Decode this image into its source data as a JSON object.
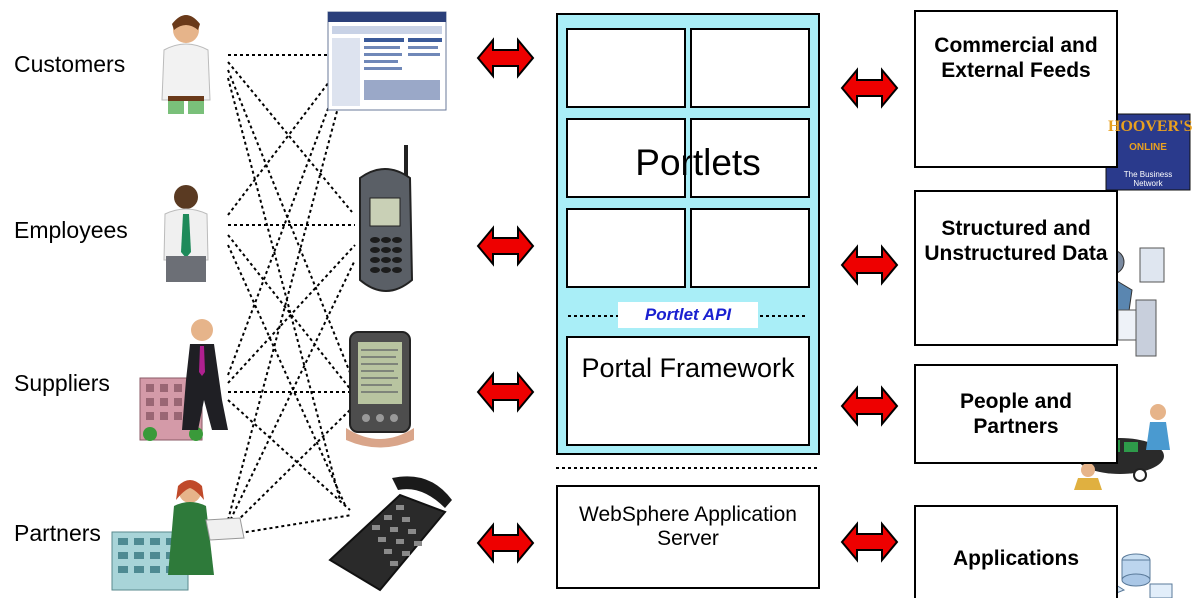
{
  "users": [
    {
      "label": "Customers"
    },
    {
      "label": "Employees"
    },
    {
      "label": "Suppliers"
    },
    {
      "label": "Partners"
    }
  ],
  "devices": [
    "web-browser-screenshot",
    "mobile-phone",
    "pda",
    "telephone"
  ],
  "portal": {
    "portlets_title": "Portlets",
    "api_label": "Portlet API",
    "framework_label": "Portal Framework"
  },
  "server": {
    "label": "WebSphere Application Server"
  },
  "backends": [
    {
      "label": "Commercial and External Feeds",
      "logo_text": "HOOVER'S",
      "logo_sub": "ONLINE",
      "logo_tag": "The Business Network"
    },
    {
      "label": "Structured and Unstructured Data"
    },
    {
      "label": "People and Partners"
    },
    {
      "label": "Applications"
    }
  ],
  "colors": {
    "portal_bg": "#a9eef7",
    "arrow_red": "#ee0000",
    "api_text": "#1a20d0",
    "logo_bg": "#2a3a8c",
    "logo_text": "#e8a020"
  }
}
